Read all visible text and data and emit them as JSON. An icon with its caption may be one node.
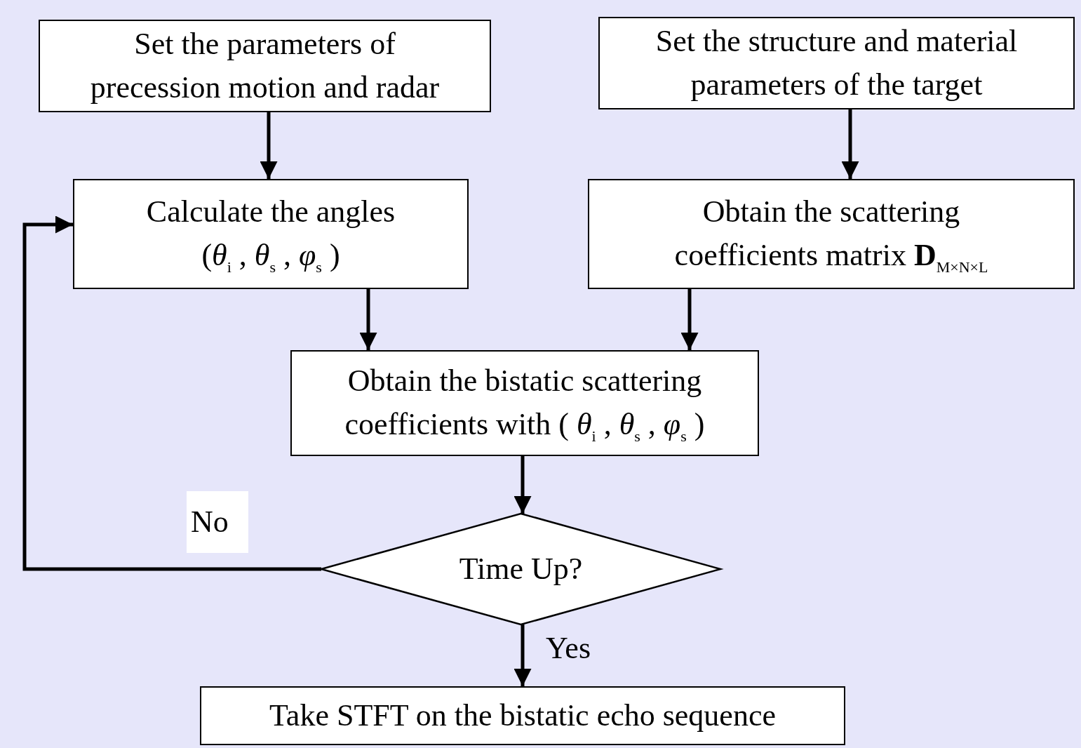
{
  "diagram": {
    "nodes": [
      {
        "text": [
          "Set the parameters of precession motion and radar"
        ]
      },
      {
        "text": [
          "Set the structure and material parameters of the target"
        ]
      },
      {
        "text": [
          "Calculate the angles",
          "(*θ*$_{i}$ , *θ*$_{s}$ , *φ*$_{s}$ )"
        ]
      },
      {
        "text": [
          "Obtain the scattering coefficients matrix  **D**$_{M×N×L}$"
        ]
      },
      {
        "text": [
          "Obtain the bistatic scattering coefficients with ( *θ*$_{i}$ , *θ*$_{s}$ , *φ*$_{s}$ )"
        ]
      },
      {
        "text": [
          "Time Up?"
        ]
      },
      {
        "text": [
          "Take STFT on the bistatic echo sequence"
        ]
      }
    ],
    "edges": [
      {
        "from": 0,
        "to": 2,
        "arrow": "to"
      },
      {
        "from": 1,
        "to": 3,
        "arrow": "to"
      },
      {
        "from": 2,
        "to": 4,
        "arrow": "to"
      },
      {
        "from": 3,
        "to": 4,
        "arrow": "to"
      },
      {
        "from": 4,
        "to": 5,
        "arrow": "to"
      },
      {
        "from": 5,
        "to": 2,
        "arrow": "to",
        "label": "No"
      },
      {
        "from": 5,
        "to": 6,
        "arrow": "to",
        "label": "Yes"
      }
    ]
  }
}
